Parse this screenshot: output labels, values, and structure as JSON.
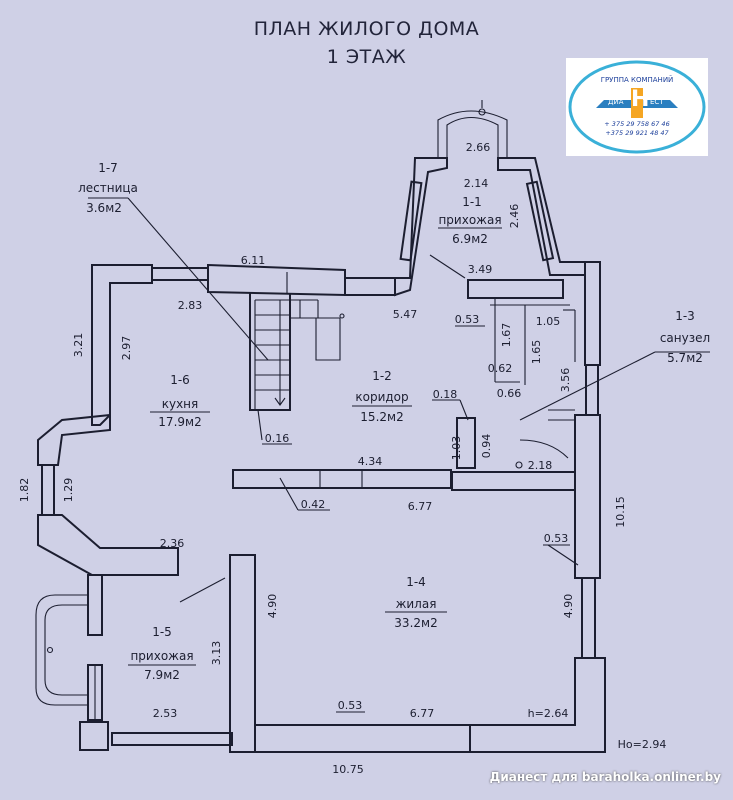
{
  "title_line1": "ПЛАН ЖИЛОГО ДОМА",
  "title_line2": "1 ЭТАЖ",
  "logo": {
    "company": "ГРУППА КОМПАНИЙ",
    "brand_left": "ДИА",
    "brand_mid": "Н",
    "brand_right": "ЕСТ",
    "phone1": "+ 375 29 758 67 46",
    "phone2": "+375  29 921 48 47",
    "accent_color": "#f5a623",
    "ring_color": "#3ab0d8"
  },
  "rooms": {
    "r1_1": {
      "id": "1-1",
      "name": "прихожая",
      "area": "6.9м2"
    },
    "r1_2": {
      "id": "1-2",
      "name": "коридор",
      "area": "15.2м2"
    },
    "r1_3": {
      "id": "1-3",
      "name": "санузел",
      "area": "5.7м2"
    },
    "r1_4": {
      "id": "1-4",
      "name": "жилая",
      "area": "33.2м2"
    },
    "r1_5": {
      "id": "1-5",
      "name": "прихожая",
      "area": "7.9м2"
    },
    "r1_6": {
      "id": "1-6",
      "name": "кухня",
      "area": "17.9м2"
    },
    "r1_7": {
      "id": "1-7",
      "name": "лестница",
      "area": "3.6м2"
    }
  },
  "dims": {
    "d266": "2.66",
    "d214": "2.14",
    "d246": "2.46",
    "d349": "3.49",
    "d611": "6.11",
    "d283": "2.83",
    "d547": "5.47",
    "d053a": "0.53",
    "d105": "1.05",
    "d167": "1.67",
    "d165": "1.65",
    "d062": "0.62",
    "d066": "0.66",
    "d356": "3.56",
    "d321": "3.21",
    "d297": "2.97",
    "d018": "0.18",
    "d103": "1.03",
    "d094": "0.94",
    "d016": "0.16",
    "d218": "2.18",
    "d434": "4.34",
    "d182": "1.82",
    "d129": "1.29",
    "d042": "0.42",
    "d677a": "6.77",
    "d1015": "10.15",
    "d236": "2.36",
    "d053b": "0.53",
    "d490a": "4.90",
    "d490b": "4.90",
    "d313": "3.13",
    "d253": "2.53",
    "d053c": "0.53",
    "d677b": "6.77",
    "h264": "h=2.64",
    "d1075": "10.75",
    "ho294": "Hо=2.94"
  },
  "footer": "Дианест для baraholka.onliner.by"
}
